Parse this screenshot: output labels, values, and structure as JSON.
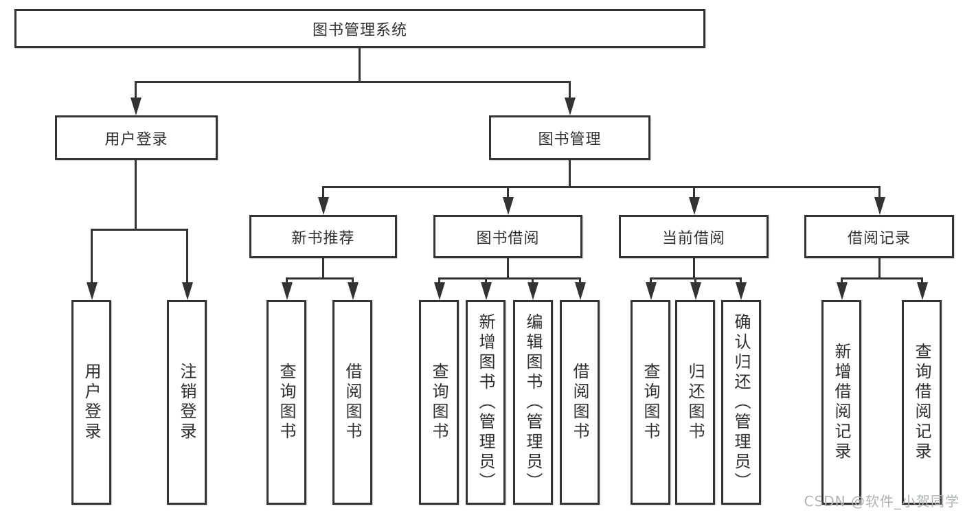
{
  "diagram_type": "functional-structure-tree",
  "colors": {
    "line": "#333333",
    "text": "#2f2f2f",
    "background": "#ffffff",
    "watermark": "#aeb3b6"
  },
  "tree": {
    "label": "图书管理系统",
    "children": [
      {
        "label": "用户登录",
        "children": [
          {
            "label": "用户登录"
          },
          {
            "label": "注销登录"
          }
        ]
      },
      {
        "label": "图书管理",
        "children": [
          {
            "label": "新书推荐",
            "children": [
              {
                "label": "查询图书"
              },
              {
                "label": "借阅图书"
              }
            ]
          },
          {
            "label": "图书借阅",
            "children": [
              {
                "label": "查询图书"
              },
              {
                "label": "新增图书（管理员）"
              },
              {
                "label": "编辑图书（管理员）"
              },
              {
                "label": "借阅图书"
              }
            ]
          },
          {
            "label": "当前借阅",
            "children": [
              {
                "label": "查询图书"
              },
              {
                "label": "归还图书"
              },
              {
                "label": "确认归还（管理员）"
              }
            ]
          },
          {
            "label": "借阅记录",
            "children": [
              {
                "label": "新增借阅记录"
              },
              {
                "label": "查询借阅记录"
              }
            ]
          }
        ]
      }
    ]
  },
  "watermark": {
    "text": "CSDN @软件_小贺同学"
  }
}
